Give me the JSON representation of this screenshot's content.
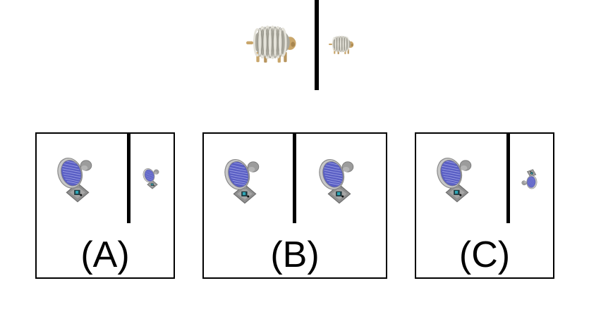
{
  "prompt": {
    "left_object": "sheep-figurine-icon",
    "right_object": "sheep-figurine-small-icon"
  },
  "options": [
    {
      "label": "(A)",
      "left_object": "desk-fan-icon",
      "right_object": "desk-fan-small-icon"
    },
    {
      "label": "(B)",
      "left_object": "desk-fan-icon",
      "right_object": "desk-fan-icon"
    },
    {
      "label": "(C)",
      "left_object": "desk-fan-icon",
      "right_object": "desk-fan-small-tilted-icon"
    }
  ],
  "colors": {
    "border": "#000000",
    "background": "#ffffff",
    "sheep_wool": "#b9b6aa",
    "sheep_face": "#c9a66b",
    "fan_blade": "#5a5fc4",
    "fan_body": "#9a9a9a"
  }
}
